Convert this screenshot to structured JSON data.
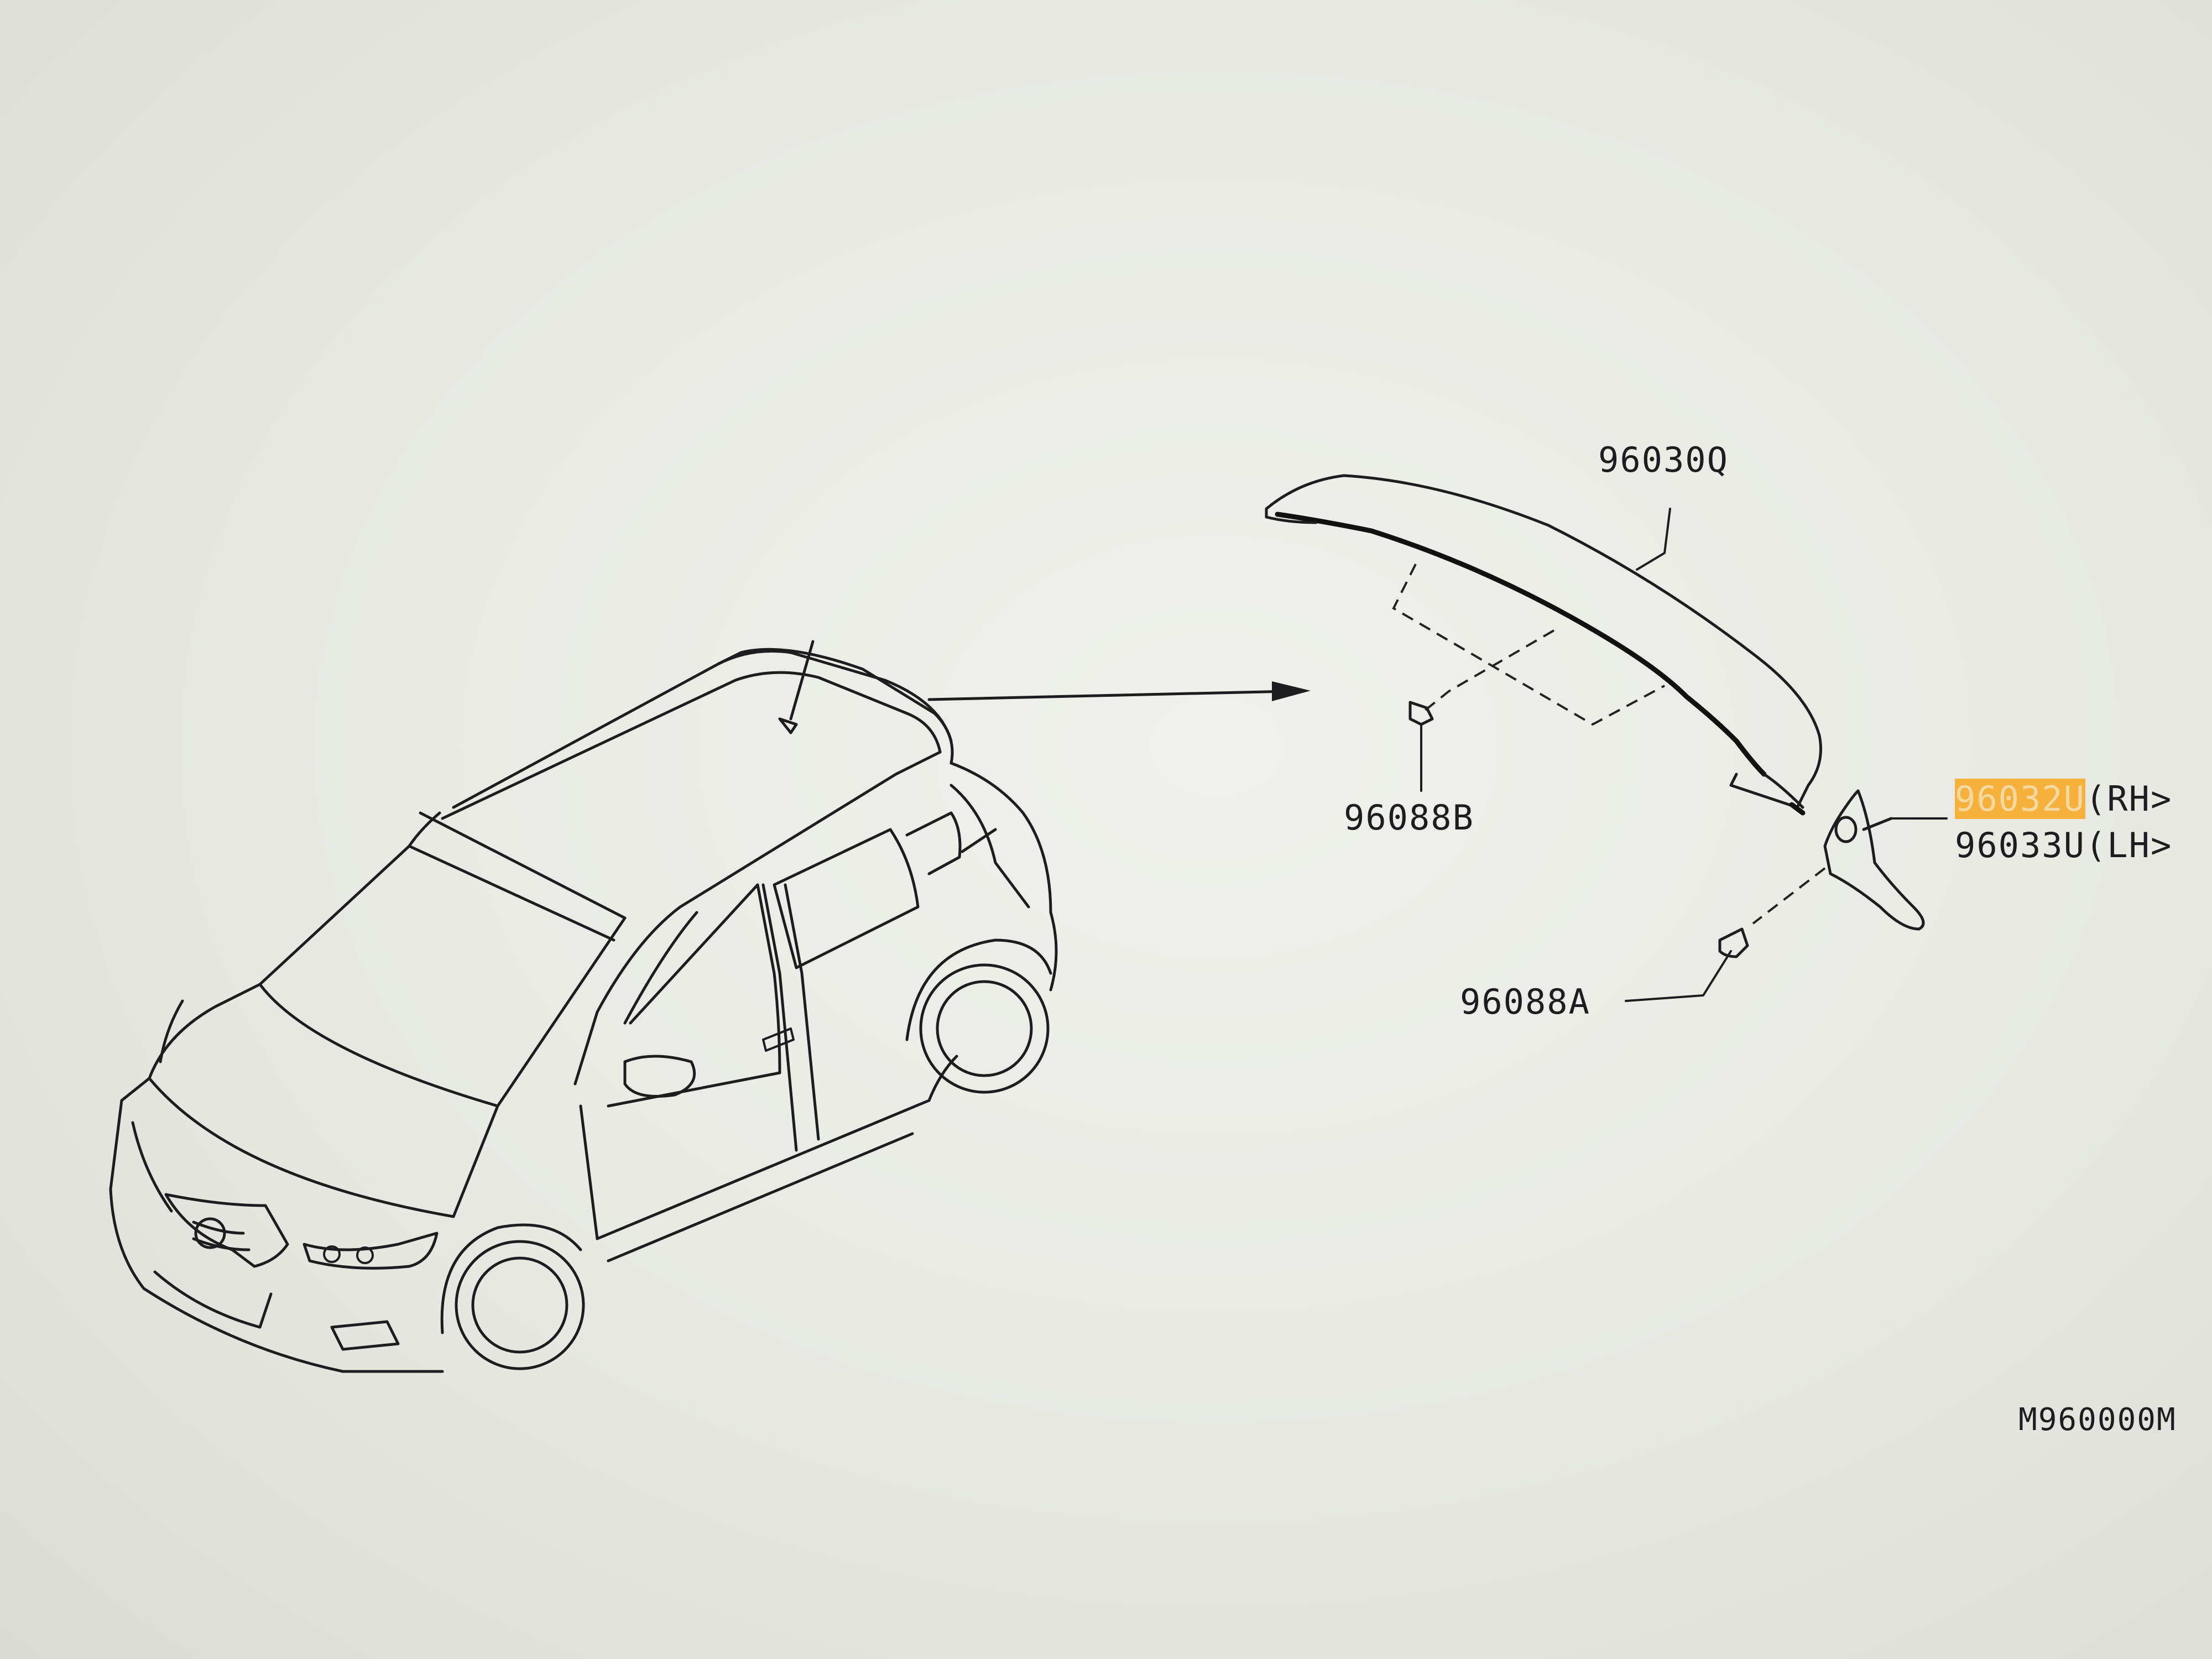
{
  "parts": {
    "spoiler": "96030Q",
    "clip_b": "96088B",
    "clip_a": "96088A",
    "side_rh": {
      "code": "96032U",
      "side": "(RH>"
    },
    "side_lh": {
      "code": "96033U",
      "side": "(LH>"
    }
  },
  "figure_code": "M960000M",
  "colors": {
    "highlight": "#f5b13c",
    "line": "#1d1d1f",
    "background": "#e8e9e3"
  }
}
